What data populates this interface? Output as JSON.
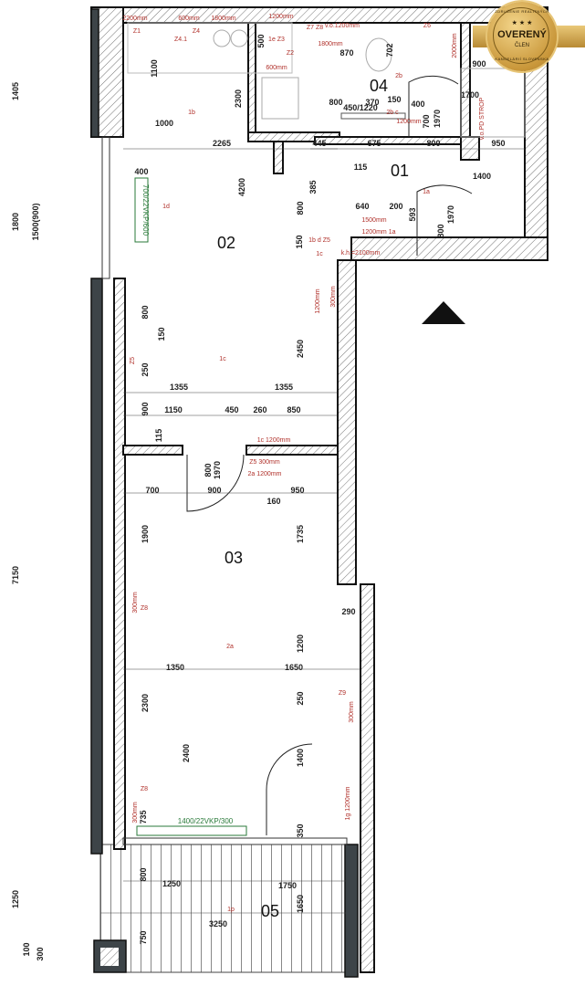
{
  "plan": {
    "rooms": [
      "01",
      "02",
      "03",
      "04",
      "05"
    ],
    "dimensions": [
      "2265",
      "445",
      "675",
      "800",
      "950",
      "115",
      "1400",
      "400",
      "4200",
      "385",
      "800",
      "640",
      "200",
      "593",
      "800",
      "1970",
      "150",
      "1405",
      "1800",
      "1500(900)",
      "7150",
      "1250",
      "300",
      "100",
      "1100",
      "500",
      "2300",
      "1000",
      "870",
      "702",
      "800",
      "370",
      "150",
      "400",
      "1700",
      "900",
      "700",
      "1970",
      "800",
      "150",
      "250",
      "2450",
      "1355",
      "1355",
      "900",
      "1150",
      "450",
      "260",
      "850",
      "115",
      "800",
      "1970",
      "700",
      "900",
      "950",
      "160",
      "1900",
      "1735",
      "290",
      "1200",
      "1350",
      "1650",
      "2300",
      "250",
      "2400",
      "1400",
      "735",
      "350",
      "800",
      "1250",
      "1750",
      "3250",
      "1650",
      "750"
    ],
    "annotations": [
      "2200mm",
      "600mm",
      "1800mm",
      "1200mm",
      "Z1",
      "Z4.1",
      "Z4",
      "1e Z3",
      "Z2",
      "600mm",
      "Z7 Z8",
      "v.o.1200mm",
      "1800mm",
      "2b",
      "2b c",
      "1200mm",
      "Z6",
      "2000mm",
      "1b",
      "1d",
      "1a",
      "1500mm",
      "1200mm 1a",
      "1b d Z5",
      "1c",
      "k.h.=2100mm",
      "1200mm",
      "300mm",
      "Z5",
      "1c",
      "1c 1200mm",
      "Z5 300mm",
      "2a 1200mm",
      "Z8",
      "300mm",
      "2a",
      "Z9",
      "300mm",
      "Z8",
      "300mm",
      "1g 1200mm",
      "1p",
      "v.o.PD STROP"
    ],
    "labels": {
      "window_bar": "450/1220",
      "radiator_1": "700/22VKP/600",
      "radiator_2": "1400/22VKP/300"
    }
  },
  "badge": {
    "title": "OVERENÝ",
    "subtitle": "ČLEN",
    "stars": "★ ★ ★",
    "ring_top": "ZDRUŽENIE REALITNÝCH",
    "ring_bottom": "KANCELÁRIÍ SLOVENSKA"
  },
  "colors": {
    "wall": "#111111",
    "hatch": "#777777",
    "dim_text": "#222222",
    "annotation": "#b0302a",
    "radiator": "#2a7a3a",
    "badge_gold": "#c9973a"
  }
}
